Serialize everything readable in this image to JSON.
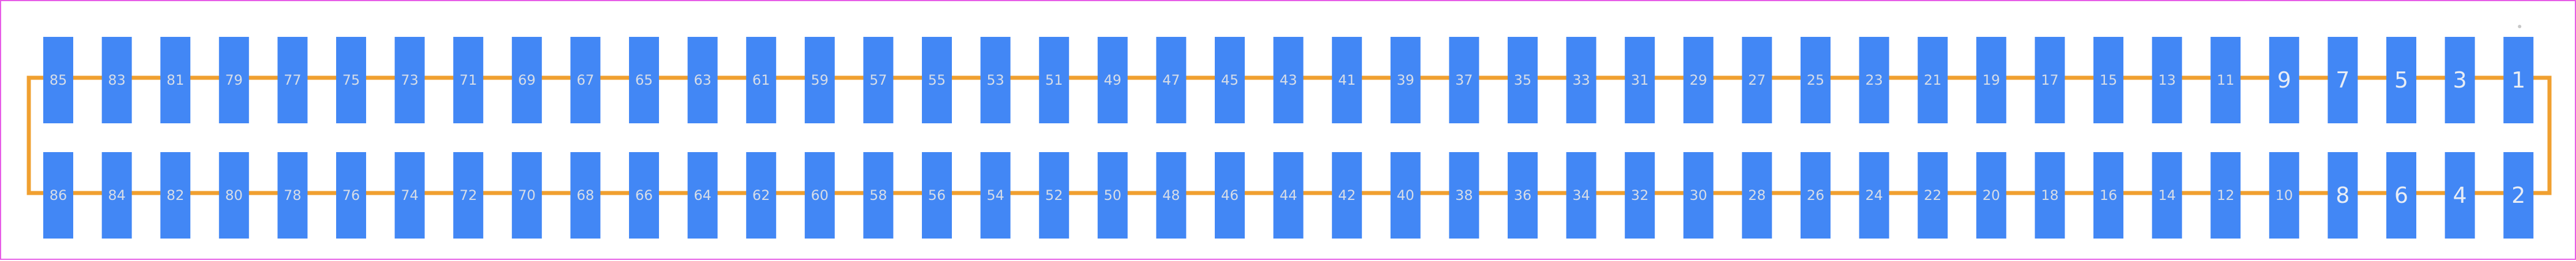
{
  "diagram": {
    "colors": {
      "border": "#e65ce6",
      "trace": "#f0a030",
      "pad": "#4287f5",
      "label": "#d6dde8"
    },
    "pin1_marker": "dot",
    "top_row": [
      "85",
      "83",
      "81",
      "79",
      "77",
      "75",
      "73",
      "71",
      "69",
      "67",
      "65",
      "63",
      "61",
      "59",
      "57",
      "55",
      "53",
      "51",
      "49",
      "47",
      "45",
      "43",
      "41",
      "39",
      "37",
      "35",
      "33",
      "31",
      "29",
      "27",
      "25",
      "23",
      "21",
      "19",
      "17",
      "15",
      "13",
      "11",
      "9",
      "7",
      "5",
      "3",
      "1"
    ],
    "bottom_row": [
      "86",
      "84",
      "82",
      "80",
      "78",
      "76",
      "74",
      "72",
      "70",
      "68",
      "66",
      "64",
      "62",
      "60",
      "58",
      "56",
      "54",
      "52",
      "50",
      "48",
      "46",
      "44",
      "42",
      "40",
      "38",
      "36",
      "34",
      "32",
      "30",
      "28",
      "26",
      "24",
      "22",
      "20",
      "18",
      "16",
      "14",
      "12",
      "10",
      "8",
      "6",
      "4",
      "2"
    ]
  }
}
